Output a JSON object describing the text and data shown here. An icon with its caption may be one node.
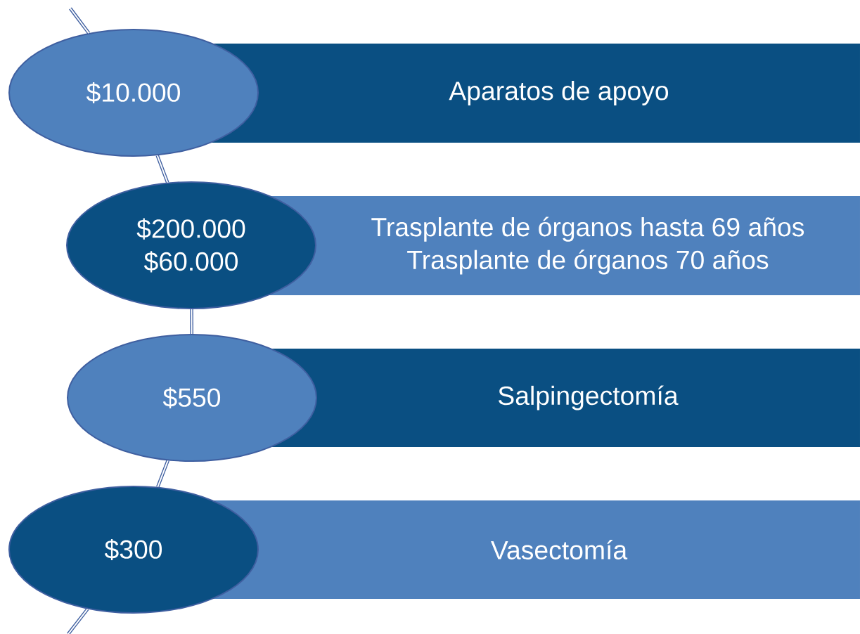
{
  "diagram": {
    "nodes": [
      {
        "text": [
          "$10.000"
        ]
      },
      {
        "text": [
          "Aparatos de apoyo"
        ]
      },
      {
        "text": [
          "$200.000",
          "$60.000"
        ]
      },
      {
        "text": [
          "Trasplante de órganos hasta 69 años",
          "Trasplante de órganos 70 años"
        ]
      },
      {
        "text": [
          "$550"
        ]
      },
      {
        "text": [
          "Salpingectomía"
        ]
      },
      {
        "text": [
          "$300"
        ]
      },
      {
        "text": [
          "Vasectomía"
        ]
      }
    ],
    "edges": [
      {
        "from": null,
        "to": 0,
        "arrow": "none"
      },
      {
        "from": 0,
        "to": 2,
        "arrow": "none"
      },
      {
        "from": 2,
        "to": 4,
        "arrow": "none"
      },
      {
        "from": 4,
        "to": 6,
        "arrow": "none"
      },
      {
        "from": 6,
        "to": null,
        "arrow": "none"
      }
    ]
  }
}
